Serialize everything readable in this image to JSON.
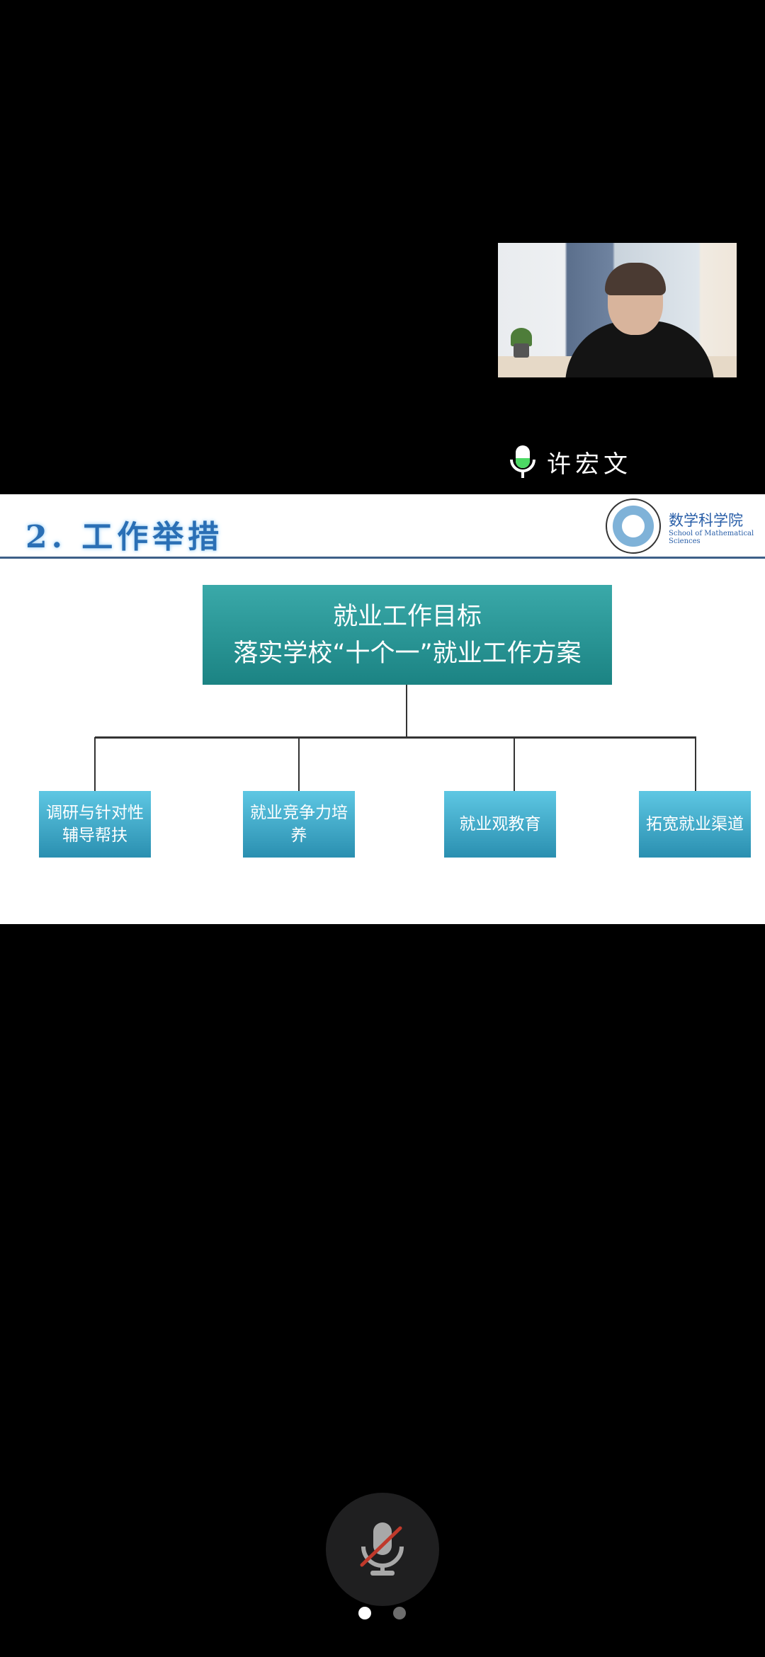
{
  "video": {
    "speaker_name": "许宏文",
    "mic_icon": "mic-active-icon",
    "mic_level_color": "#4cd964"
  },
  "slide": {
    "title": "2. 工作举措",
    "logo": {
      "name": "数学科学院",
      "subtitle": "School of Mathematical Sciences"
    },
    "main_box": {
      "line1": "就业工作目标",
      "line2": "落实学校“十个一”就业工作方案"
    },
    "nodes": [
      {
        "line1": "调研与针对性",
        "line2": "辅导帮扶"
      },
      {
        "line1": "就业竞争力培养"
      },
      {
        "line1": "就业观教育"
      },
      {
        "line1": "拓宽就业渠道"
      }
    ]
  },
  "controls": {
    "mute_icon": "mic-muted-icon",
    "page_count": 2,
    "current_page": 1
  }
}
